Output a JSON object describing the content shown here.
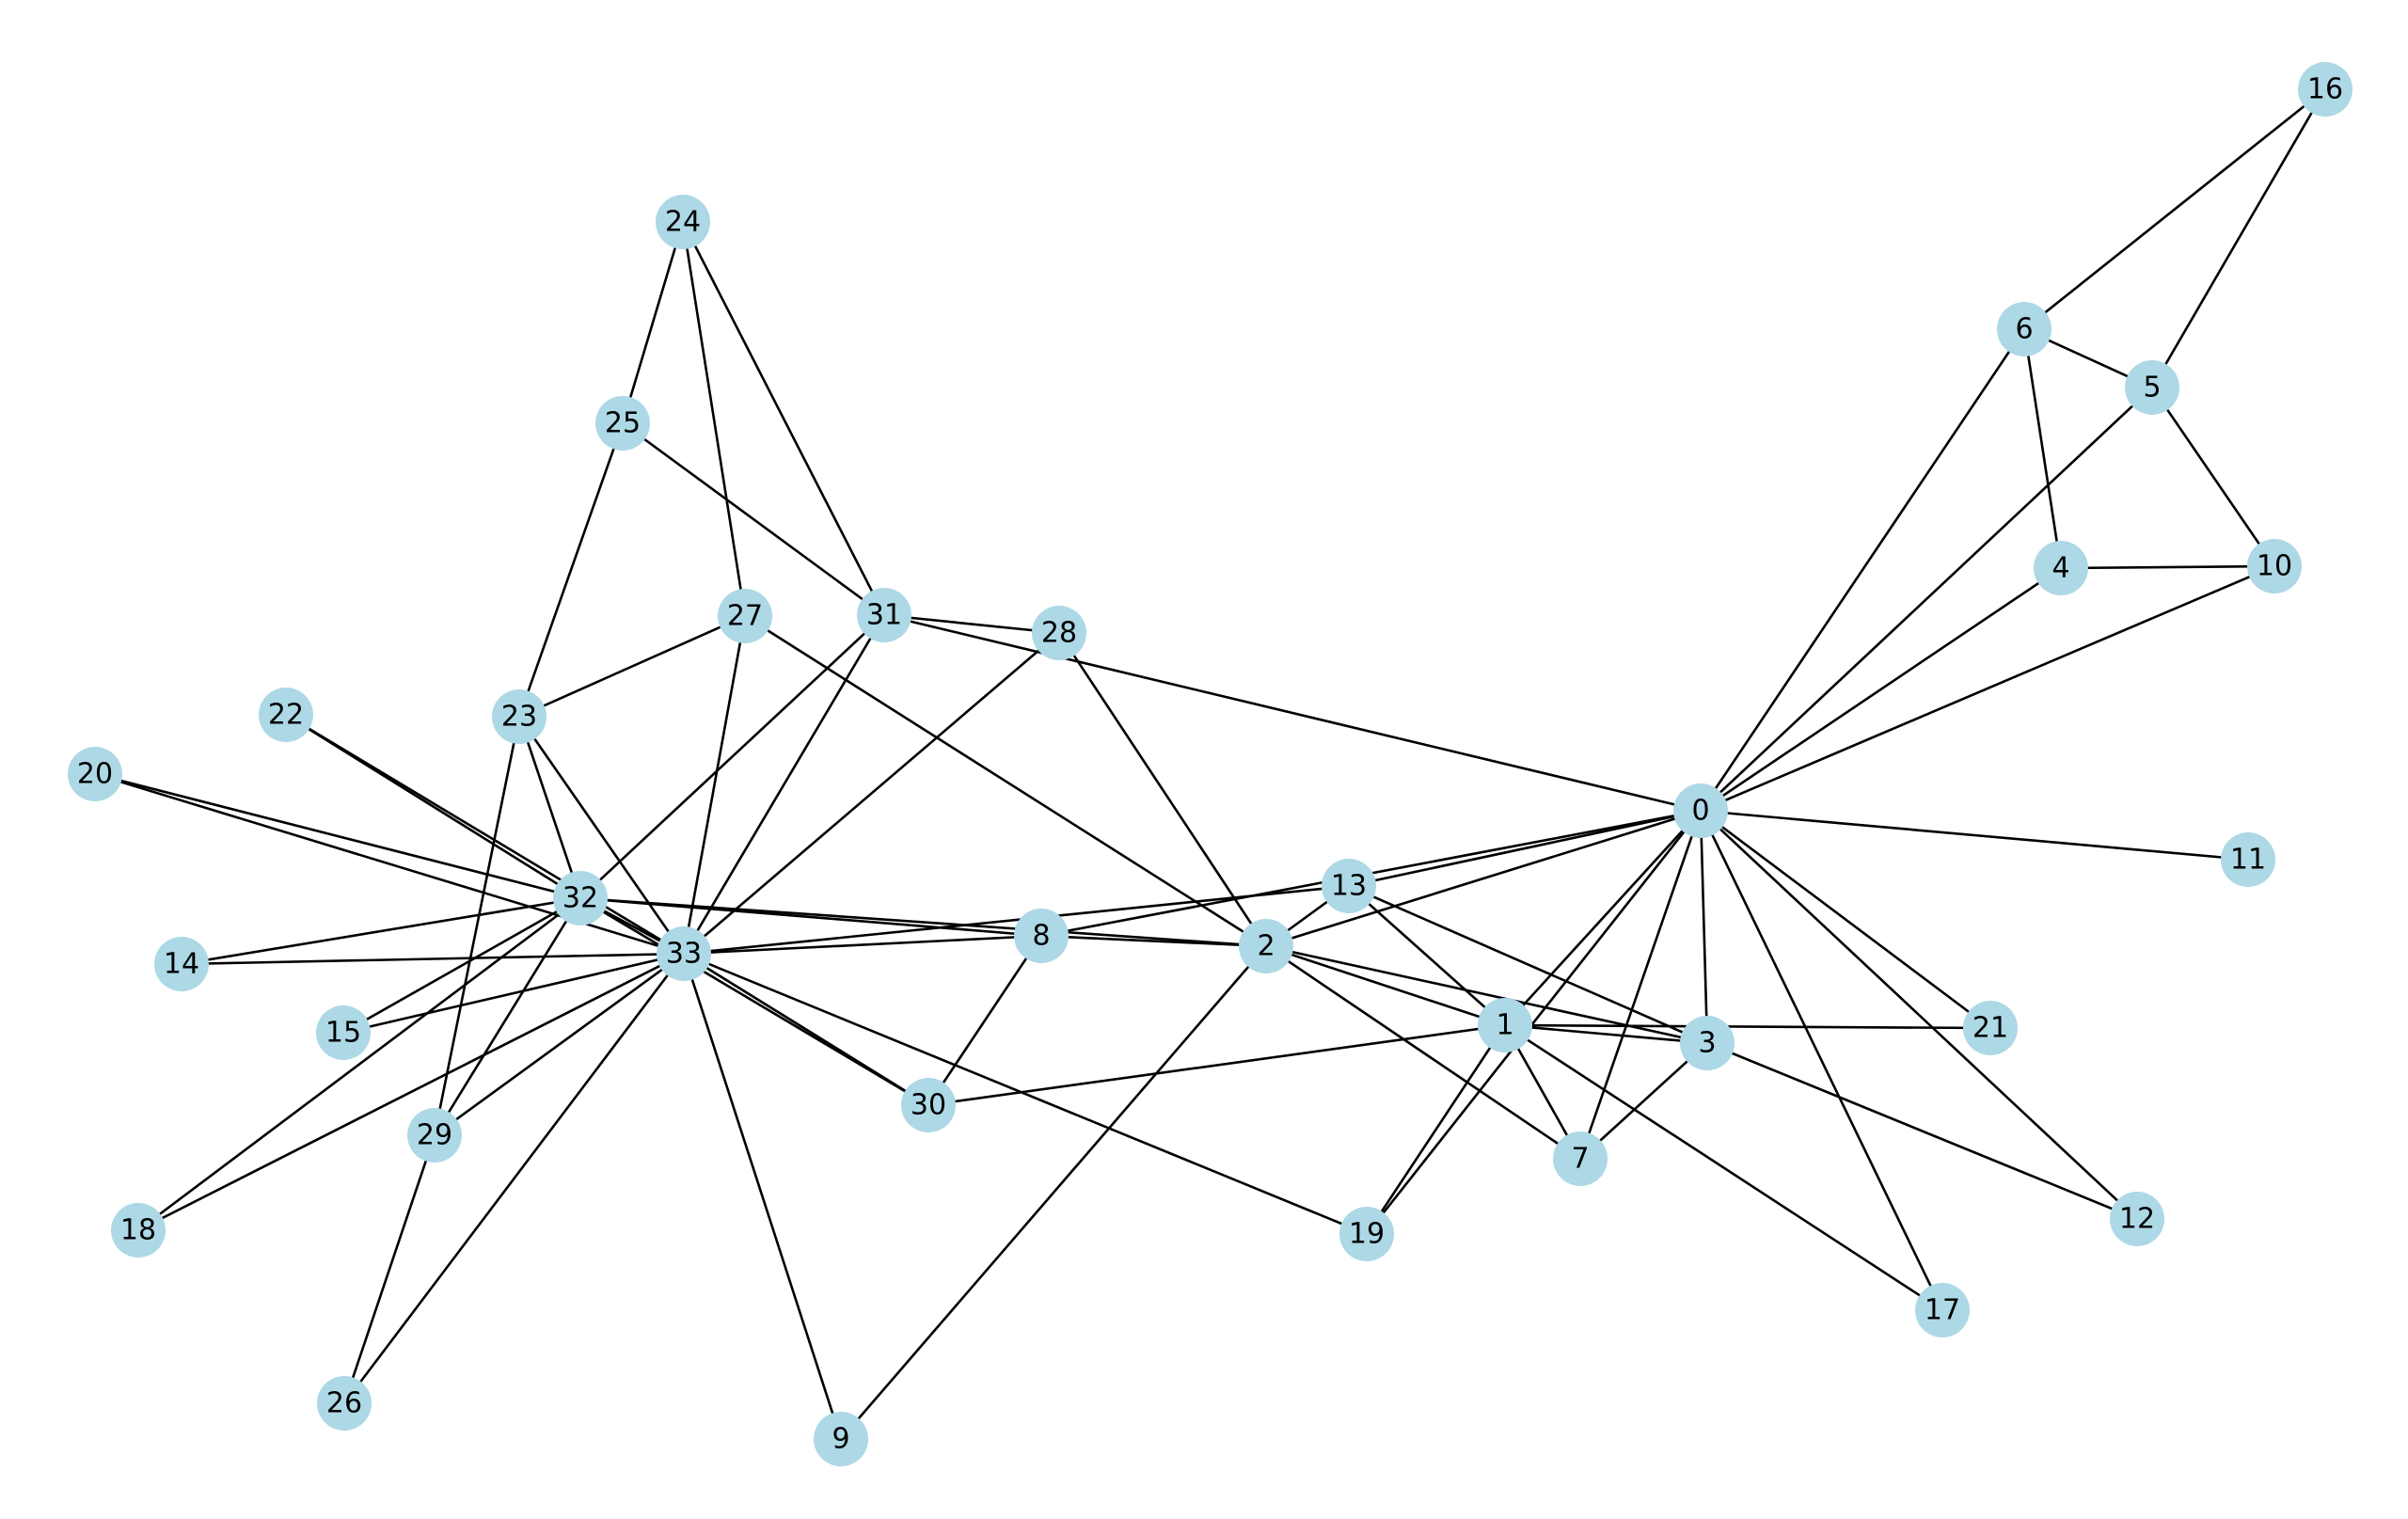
{
  "graph": {
    "node_color": "#add8e6",
    "edge_color": "#000000",
    "label_color": "#000000",
    "nodes": [
      {
        "id": 0,
        "label": "0"
      },
      {
        "id": 1,
        "label": "1"
      },
      {
        "id": 2,
        "label": "2"
      },
      {
        "id": 3,
        "label": "3"
      },
      {
        "id": 4,
        "label": "4"
      },
      {
        "id": 5,
        "label": "5"
      },
      {
        "id": 6,
        "label": "6"
      },
      {
        "id": 7,
        "label": "7"
      },
      {
        "id": 8,
        "label": "8"
      },
      {
        "id": 9,
        "label": "9"
      },
      {
        "id": 10,
        "label": "10"
      },
      {
        "id": 11,
        "label": "11"
      },
      {
        "id": 12,
        "label": "12"
      },
      {
        "id": 13,
        "label": "13"
      },
      {
        "id": 14,
        "label": "14"
      },
      {
        "id": 15,
        "label": "15"
      },
      {
        "id": 16,
        "label": "16"
      },
      {
        "id": 17,
        "label": "17"
      },
      {
        "id": 18,
        "label": "18"
      },
      {
        "id": 19,
        "label": "19"
      },
      {
        "id": 20,
        "label": "20"
      },
      {
        "id": 21,
        "label": "21"
      },
      {
        "id": 22,
        "label": "22"
      },
      {
        "id": 23,
        "label": "23"
      },
      {
        "id": 24,
        "label": "24"
      },
      {
        "id": 25,
        "label": "25"
      },
      {
        "id": 26,
        "label": "26"
      },
      {
        "id": 27,
        "label": "27"
      },
      {
        "id": 28,
        "label": "28"
      },
      {
        "id": 29,
        "label": "29"
      },
      {
        "id": 30,
        "label": "30"
      },
      {
        "id": 31,
        "label": "31"
      },
      {
        "id": 32,
        "label": "32"
      },
      {
        "id": 33,
        "label": "33"
      }
    ],
    "edges": [
      [
        0,
        1
      ],
      [
        0,
        2
      ],
      [
        0,
        3
      ],
      [
        0,
        4
      ],
      [
        0,
        5
      ],
      [
        0,
        6
      ],
      [
        0,
        7
      ],
      [
        0,
        8
      ],
      [
        0,
        10
      ],
      [
        0,
        11
      ],
      [
        0,
        12
      ],
      [
        0,
        13
      ],
      [
        0,
        17
      ],
      [
        0,
        19
      ],
      [
        0,
        21
      ],
      [
        0,
        31
      ],
      [
        1,
        2
      ],
      [
        1,
        3
      ],
      [
        1,
        7
      ],
      [
        1,
        13
      ],
      [
        1,
        17
      ],
      [
        1,
        19
      ],
      [
        1,
        21
      ],
      [
        1,
        30
      ],
      [
        2,
        3
      ],
      [
        2,
        7
      ],
      [
        2,
        8
      ],
      [
        2,
        9
      ],
      [
        2,
        13
      ],
      [
        2,
        27
      ],
      [
        2,
        28
      ],
      [
        2,
        32
      ],
      [
        3,
        7
      ],
      [
        3,
        12
      ],
      [
        3,
        13
      ],
      [
        4,
        6
      ],
      [
        4,
        10
      ],
      [
        5,
        6
      ],
      [
        5,
        10
      ],
      [
        5,
        16
      ],
      [
        6,
        16
      ],
      [
        8,
        30
      ],
      [
        8,
        32
      ],
      [
        8,
        33
      ],
      [
        9,
        33
      ],
      [
        13,
        33
      ],
      [
        14,
        32
      ],
      [
        14,
        33
      ],
      [
        15,
        32
      ],
      [
        15,
        33
      ],
      [
        18,
        32
      ],
      [
        18,
        33
      ],
      [
        19,
        33
      ],
      [
        20,
        32
      ],
      [
        20,
        33
      ],
      [
        22,
        32
      ],
      [
        22,
        33
      ],
      [
        23,
        25
      ],
      [
        23,
        27
      ],
      [
        23,
        29
      ],
      [
        23,
        32
      ],
      [
        23,
        33
      ],
      [
        24,
        25
      ],
      [
        24,
        27
      ],
      [
        24,
        31
      ],
      [
        25,
        31
      ],
      [
        26,
        29
      ],
      [
        26,
        33
      ],
      [
        27,
        33
      ],
      [
        28,
        31
      ],
      [
        28,
        33
      ],
      [
        29,
        32
      ],
      [
        29,
        33
      ],
      [
        30,
        32
      ],
      [
        30,
        33
      ],
      [
        31,
        32
      ],
      [
        31,
        33
      ],
      [
        32,
        33
      ]
    ]
  }
}
